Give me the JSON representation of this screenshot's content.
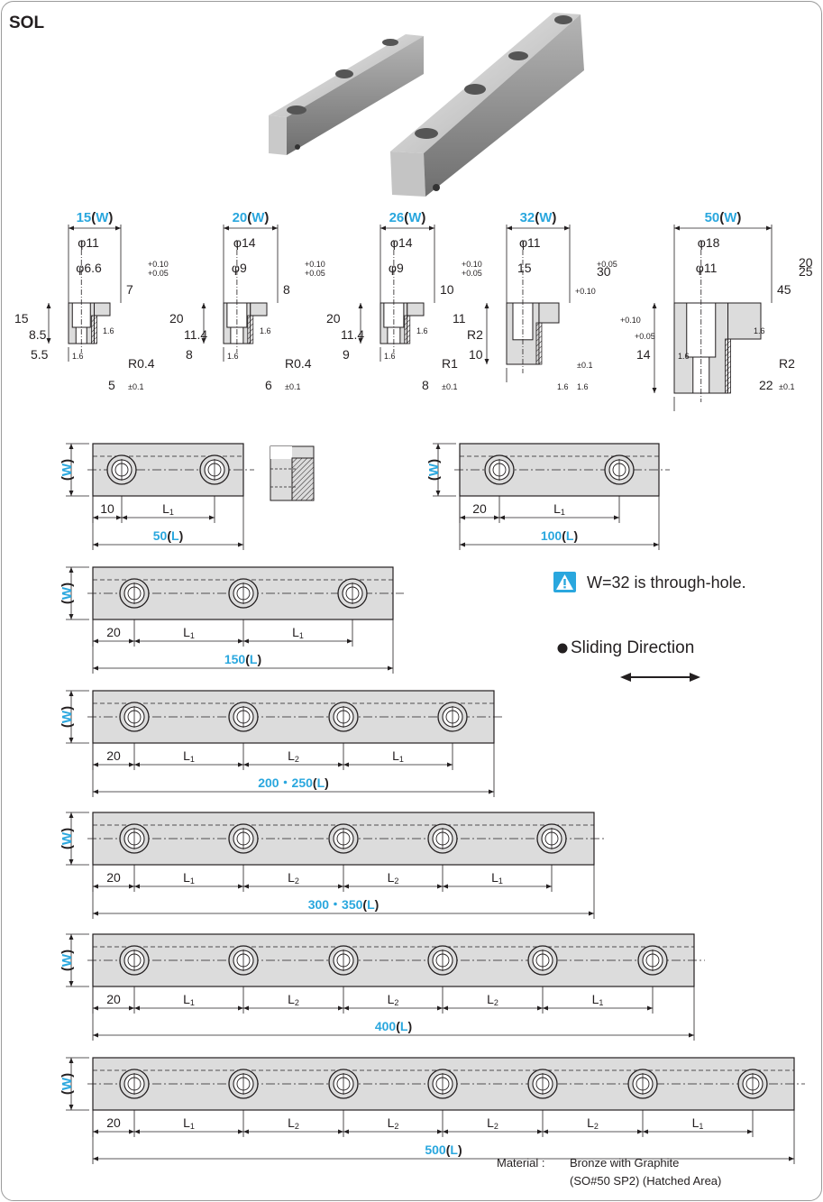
{
  "series_code": "SOL",
  "note": {
    "warning": "W=32 is through-hole.",
    "sliding": "Sliding Direction"
  },
  "material": {
    "label": "Material :",
    "line1": "Bronze with Graphite",
    "line2": "(SO#50 SP2)  (Hatched Area)"
  },
  "sections": [
    {
      "w": "15",
      "dims": [
        "φ11",
        "φ6.6",
        "7",
        "+0.10",
        "+0.05",
        "15",
        "8.5",
        "5.5",
        "R0.4",
        "5",
        "±0.1",
        "1.6",
        "1.6"
      ]
    },
    {
      "w": "20",
      "dims": [
        "φ14",
        "φ9",
        "8",
        "+0.10",
        "+0.05",
        "20",
        "11.4",
        "8",
        "R0.4",
        "6",
        "±0.1",
        "1.6",
        "1.6"
      ]
    },
    {
      "w": "26",
      "dims": [
        "φ14",
        "φ9",
        "10",
        "+0.10",
        "+0.05",
        "20",
        "11.4",
        "9",
        "R1",
        "8",
        "±0.1",
        "1.6",
        "1.6"
      ]
    },
    {
      "w": "32",
      "dims": [
        "φ11",
        "15",
        "+0.10",
        "+0.05",
        "30",
        "11",
        "R2",
        "10",
        "±0.1",
        "1.6",
        "1.6"
      ]
    },
    {
      "w": "50",
      "dims": [
        "φ18",
        "φ11",
        "45",
        "20",
        "25",
        "+0.10",
        "+0.05",
        "14",
        "R2",
        "22",
        "±0.1",
        "1.6",
        "1.6"
      ]
    }
  ],
  "bars": [
    {
      "id": "L50",
      "length": "50",
      "pitches": [
        "10",
        "L1"
      ]
    },
    {
      "id": "L100",
      "length": "100",
      "pitches": [
        "20",
        "L1"
      ]
    },
    {
      "id": "L150",
      "length": "150",
      "pitches": [
        "20",
        "L1",
        "L1"
      ]
    },
    {
      "id": "L200",
      "length": "200・250",
      "pitches": [
        "20",
        "L1",
        "L2",
        "L1"
      ]
    },
    {
      "id": "L300",
      "length": "300・350",
      "pitches": [
        "20",
        "L1",
        "L2",
        "L2",
        "L1"
      ]
    },
    {
      "id": "L400",
      "length": "400",
      "pitches": [
        "20",
        "L1",
        "L2",
        "L2",
        "L2",
        "L1"
      ]
    },
    {
      "id": "L500",
      "length": "500",
      "pitches": [
        "20",
        "L1",
        "L2",
        "L2",
        "L2",
        "L2",
        "L1"
      ]
    }
  ],
  "labels": {
    "w": "W",
    "l": "L",
    "paren_open": "(",
    "paren_close": ")"
  },
  "colors": {
    "accent": "#2aa7de",
    "text": "#231f20",
    "bar_fill": "#dcdcdc",
    "metal_light": "#d8d8d8",
    "metal_dark": "#8e8e8e"
  }
}
